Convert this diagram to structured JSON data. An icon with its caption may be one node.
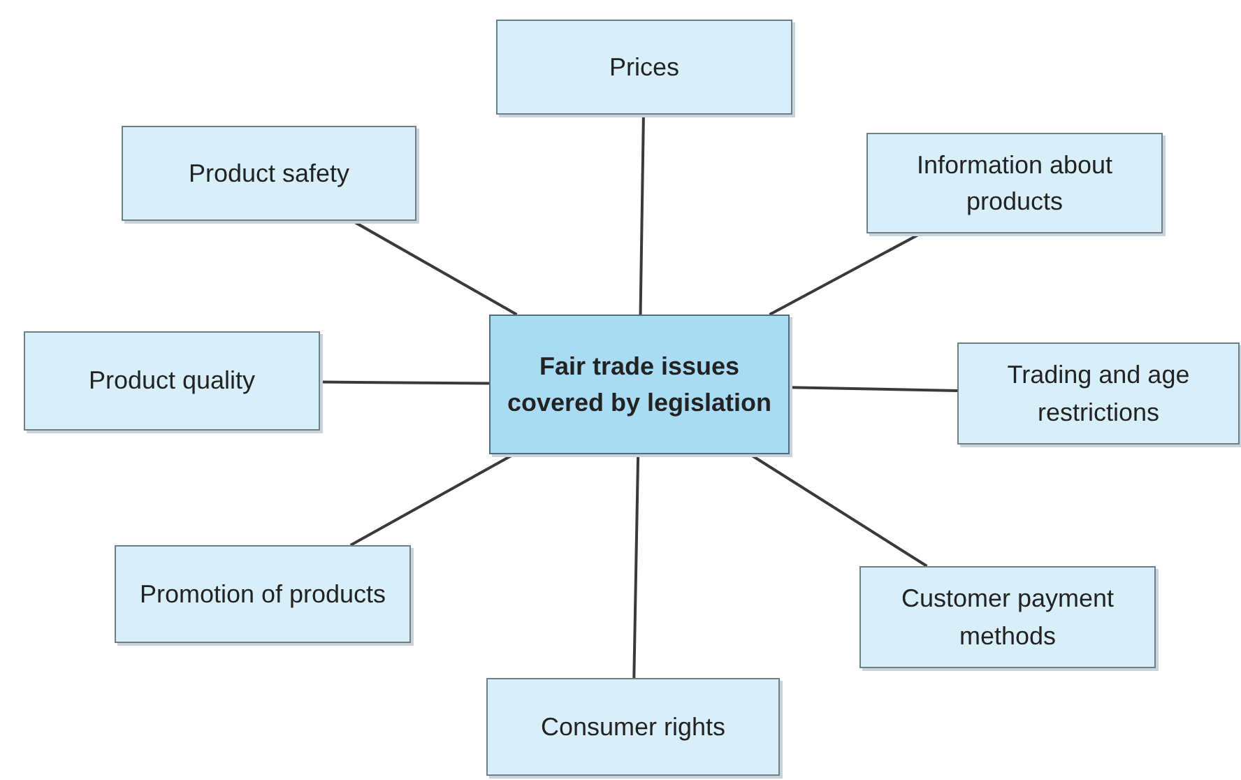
{
  "diagram": {
    "nodes": [
      {
        "text": [
          "Prices"
        ]
      },
      {
        "text": [
          "Product safety"
        ]
      },
      {
        "text": [
          "Information about products"
        ]
      },
      {
        "text": [
          "Fair trade issues covered by legislation"
        ]
      },
      {
        "text": [
          "Product quality"
        ]
      },
      {
        "text": [
          "Trading and age restrictions"
        ]
      },
      {
        "text": [
          "Promotion of products"
        ]
      },
      {
        "text": [
          "Customer payment methods"
        ]
      },
      {
        "text": [
          "Consumer rights"
        ]
      }
    ],
    "edges": [
      {
        "from": 3,
        "to": 0,
        "arrow": "none"
      },
      {
        "from": 3,
        "to": 1,
        "arrow": "none"
      },
      {
        "from": 3,
        "to": 2,
        "arrow": "none"
      },
      {
        "from": 3,
        "to": 4,
        "arrow": "none"
      },
      {
        "from": 3,
        "to": 5,
        "arrow": "none"
      },
      {
        "from": 3,
        "to": 6,
        "arrow": "none"
      },
      {
        "from": 3,
        "to": 7,
        "arrow": "none"
      },
      {
        "from": 3,
        "to": 8,
        "arrow": "none"
      }
    ]
  }
}
